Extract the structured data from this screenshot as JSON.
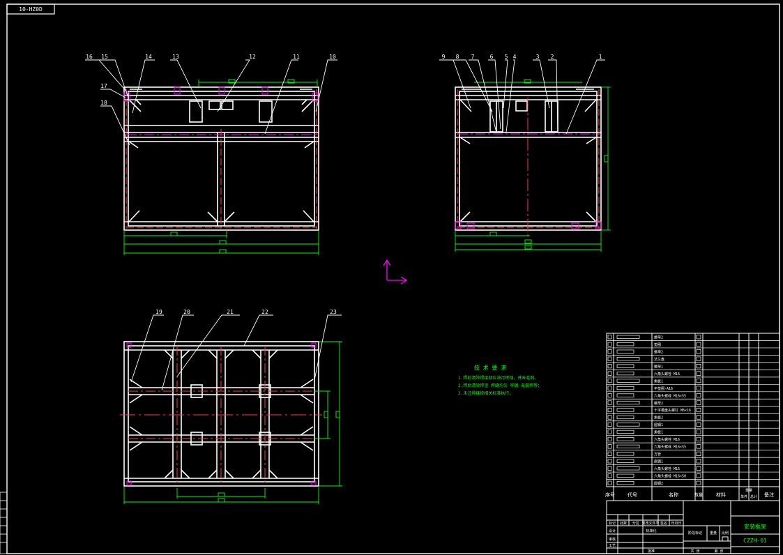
{
  "drawing": {
    "stamp": "10-HZ0D",
    "title": "安装框架",
    "code": "CZZH-01"
  },
  "balloons_front": [
    "16",
    "15",
    "14",
    "13",
    "12",
    "11",
    "10",
    "17",
    "18"
  ],
  "balloons_side": [
    "9",
    "8",
    "7",
    "6",
    "5",
    "4",
    "3",
    "2",
    "1"
  ],
  "balloons_top": [
    "19",
    "20",
    "21",
    "22",
    "23"
  ],
  "tech_notes": {
    "heading": "技 术 要 求",
    "lines": [
      "1.焊前清除焊接部位油污锈蚀，并去毛刺。",
      "2.焊后清除焊渣 焊缝均匀 牢固 无漏焊等；",
      "3.未注焊缝按相关标准执行。"
    ]
  },
  "bom": {
    "rows": [
      "螺母2",
      "垫圈",
      "螺母2",
      "法兰盘",
      "螺母1",
      "六角头螺栓 M16",
      "角板1",
      "平垫圈-A16",
      "六角头螺栓 M16×55",
      "螺母2",
      "十字槽盘头螺钉 M6×16",
      "角板2",
      "圆钢1",
      "角板1",
      "六角头螺栓 M16",
      "六角头螺栓 M16×55",
      "方管",
      "扁钢1",
      "六角头螺栓 M16",
      "六角头螺栓 M16×50",
      "圆钢2"
    ],
    "header": {
      "no": "序号",
      "code": "代号",
      "name": "名称",
      "qty": "数量",
      "material": "材料",
      "weight_single": "单件",
      "weight_total": "总计",
      "remarks": "备注"
    },
    "weight_caption": "重量"
  },
  "title_block": {
    "marks": "标记",
    "count": "处数",
    "zone": "分区",
    "change_doc": "更改文件号",
    "sign": "签名",
    "date": "年月日",
    "designer": "设计",
    "standardization": "标准化",
    "checker": "审核",
    "process": "工艺",
    "approve": "批准",
    "stage_mark": "阶段标记",
    "weight": "重量",
    "scale": "比例",
    "sheets": "共 张",
    "sheet": "第 张"
  },
  "colors": {
    "frame": "#ffffff",
    "dimension": "#00ff00",
    "centerline": "#ff0000",
    "leader": "#ffffff",
    "ucs": "#ff00ff",
    "background": "#000000"
  }
}
